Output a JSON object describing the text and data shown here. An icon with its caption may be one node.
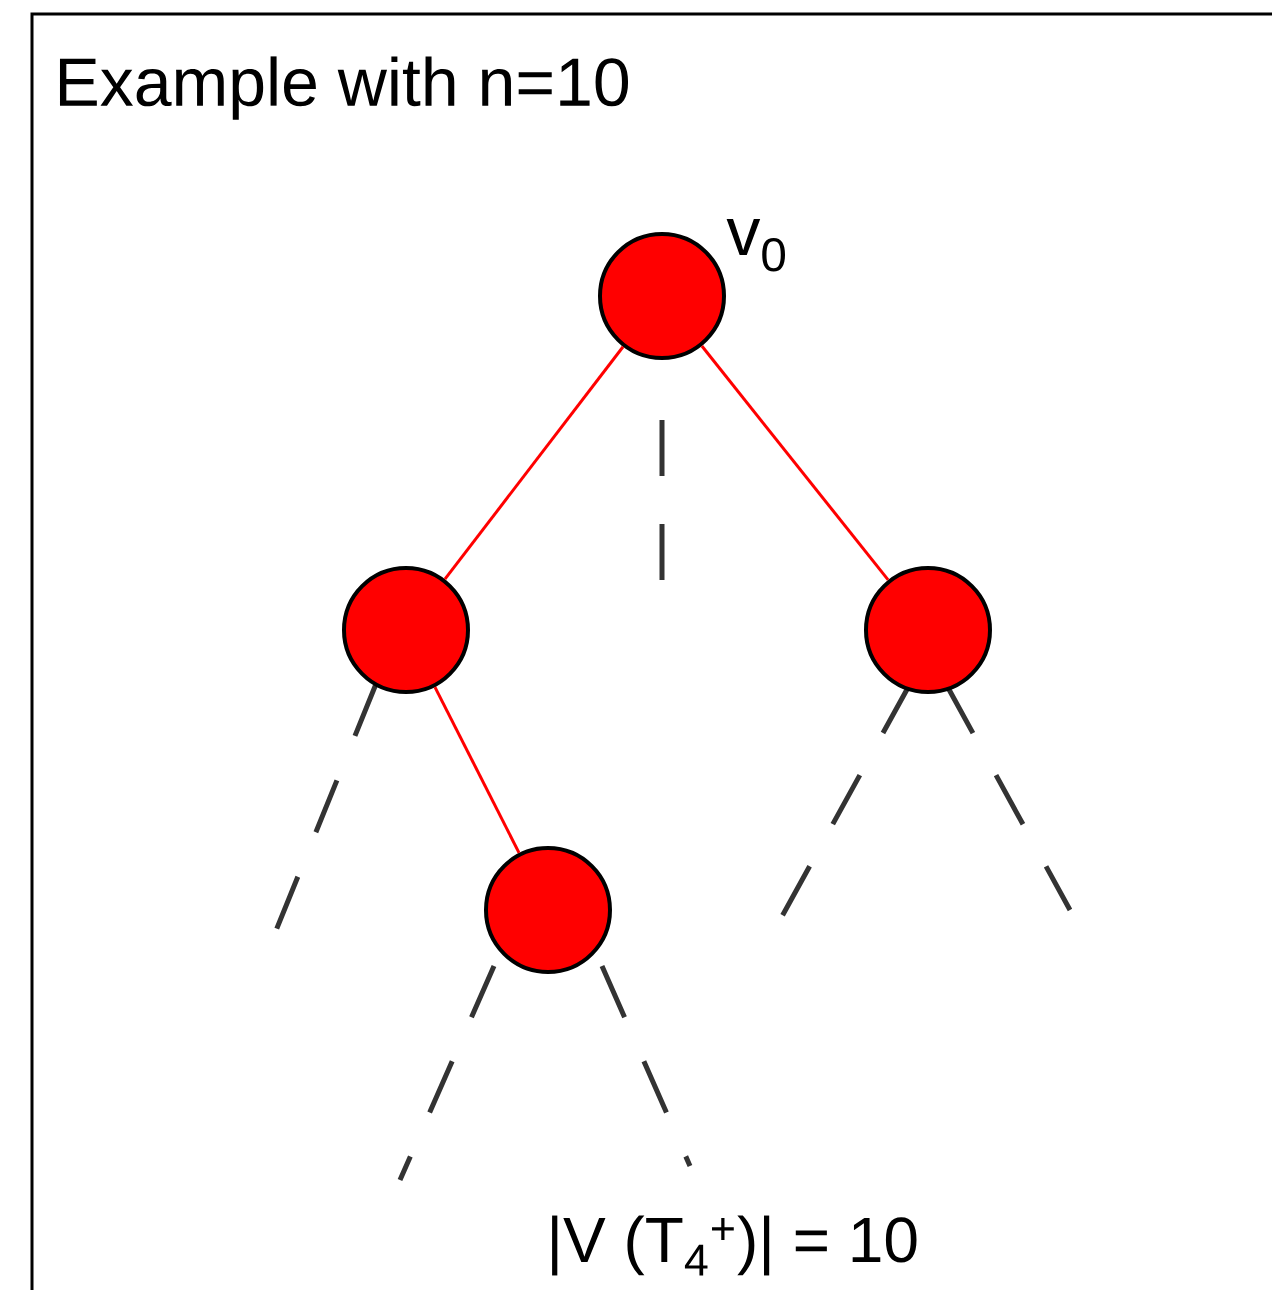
{
  "diagram": {
    "title": "Example with n=10",
    "nodes": [
      {
        "text": [],
        "shape": "circle",
        "beside": [
          "v$_{0}$"
        ]
      },
      {
        "text": [],
        "shape": "circle"
      },
      {
        "text": [],
        "shape": "circle"
      },
      {
        "text": [],
        "shape": "circle"
      }
    ],
    "edges": [
      {
        "from": 0,
        "to": 1,
        "arrow": "none"
      },
      {
        "from": 0,
        "to": 2,
        "arrow": "none"
      },
      {
        "from": 1,
        "to": 3,
        "arrow": "none"
      }
    ],
    "labels": [
      "|V (T$_{4}$$^{+}$)| = 10"
    ]
  }
}
